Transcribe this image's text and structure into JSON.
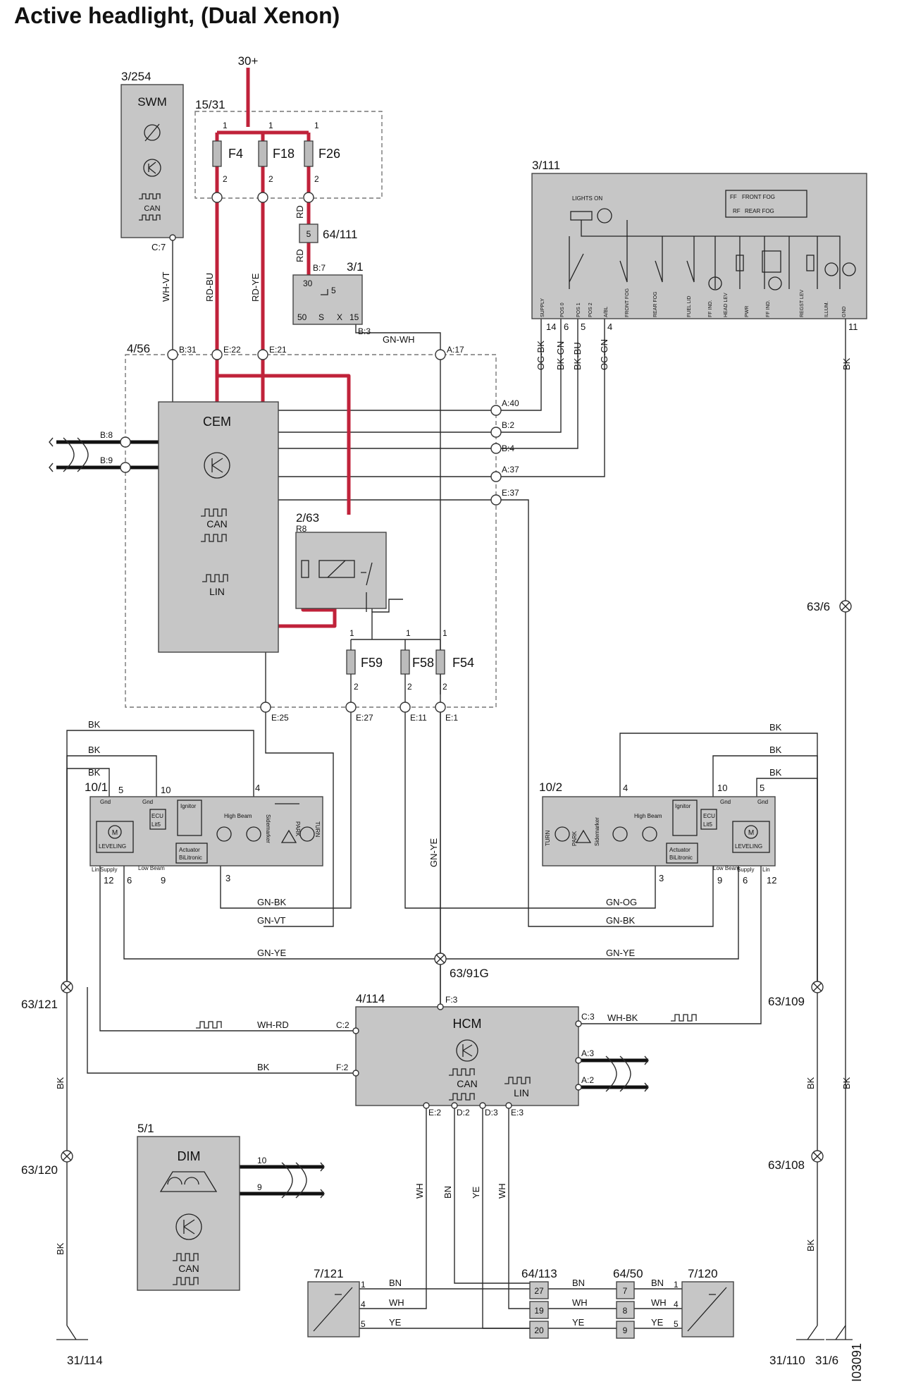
{
  "title": "Active headlight, (Dual Xenon)",
  "diagram_id": "I03091",
  "power": {
    "terminal": "30+"
  },
  "components": {
    "swm": {
      "id": "3/254",
      "name": "SWM",
      "can": "CAN",
      "conn": "C:7"
    },
    "fusebox": {
      "id": "15/31",
      "fuses": [
        "F4",
        "F18",
        "F26"
      ],
      "pin_in": "1",
      "pin_out": "2"
    },
    "relay64": {
      "id": "64/111",
      "pin": "5"
    },
    "ignition": {
      "id": "3/1",
      "pins": [
        "30",
        "5",
        "50",
        "S",
        "X",
        "15"
      ],
      "conn_top": "B:7",
      "conn_bottom": "B:3"
    },
    "lightswitch": {
      "id": "3/111",
      "lights_on": "LIGHTS ON",
      "ff": "FF",
      "ff_label": "FRONT FOG",
      "rf": "RF",
      "rf_label": "REAR FOG",
      "labels": [
        "SUPPLY",
        "POS 0",
        "POS 1",
        "POS 2",
        "A/BL",
        "FRONT FOG",
        "REAR FOG",
        "FUEL LID",
        "FF IND.",
        "HEAD LEV",
        "PWR",
        "FF IND.",
        "REGST LEV",
        "ILLUM.",
        "GND"
      ],
      "pins": [
        "14",
        "6",
        "5",
        "4",
        "11"
      ]
    },
    "cem": {
      "id": "4/56",
      "name": "CEM",
      "can": "CAN",
      "lin": "LIN",
      "conns": [
        "B:31",
        "E:22",
        "E:21",
        "A:17",
        "A:40",
        "B:2",
        "B:4",
        "A:37",
        "E:37",
        "B:8",
        "B:9",
        "E:25",
        "E:27",
        "E:11",
        "E:1"
      ]
    },
    "relay": {
      "id": "2/63",
      "sub": "R8"
    },
    "fuses2": {
      "names": [
        "F59",
        "F58",
        "F54"
      ],
      "pin_in": "1",
      "pin_out": "2"
    },
    "headlamp_left": {
      "id": "10/1",
      "pins": [
        "5",
        "10",
        "4",
        "12",
        "6",
        "9",
        "3"
      ],
      "labels": {
        "gnd": "Gnd",
        "ecu": "ECU",
        "lit5": "Lit5",
        "ignitor": "Ignitor",
        "leveling": "LEVELING",
        "lin": "Lin",
        "supply": "Supply",
        "low_beam": "Low Beam",
        "actuator": "Actuator",
        "bilitronic": "BiLitronic",
        "high_beam": "High Beam",
        "sidemarker": "Sidemarker",
        "park": "PARK",
        "turn": "TURN",
        "m": "M"
      }
    },
    "headlamp_right": {
      "id": "10/2",
      "pins": [
        "4",
        "10",
        "5",
        "3",
        "9",
        "6",
        "12"
      ]
    },
    "hcm": {
      "id": "4/114",
      "name": "HCM",
      "can": "CAN",
      "lin": "LIN",
      "conns": [
        "F:3",
        "C:3",
        "C:2",
        "F:2",
        "A:3",
        "A:2",
        "E:2",
        "D:2",
        "D:3",
        "E:3"
      ]
    },
    "dim": {
      "id": "5/1",
      "name": "DIM",
      "can": "CAN",
      "pins": [
        "10",
        "9"
      ]
    },
    "sensor_left": {
      "id": "7/121",
      "pins": [
        "1",
        "4",
        "5"
      ]
    },
    "sensor_right": {
      "id": "7/120",
      "pins": [
        "1",
        "4",
        "5"
      ]
    },
    "conn64_113": {
      "id": "64/113",
      "pins": [
        "27",
        "19",
        "20"
      ]
    },
    "conn64_50": {
      "id": "64/50",
      "pins": [
        "7",
        "8",
        "9"
      ]
    }
  },
  "splices": [
    "63/6",
    "63/121",
    "63/91G",
    "63/109",
    "63/120",
    "63/108"
  ],
  "grounds": [
    "31/114",
    "31/110",
    "31/6"
  ],
  "wires": [
    "WH-VT",
    "RD-BU",
    "RD-YE",
    "RD",
    "GN-WH",
    "OG-BK",
    "BK-GN",
    "BK-BU",
    "OG-GN",
    "BK",
    "GN-BK",
    "GN-VT",
    "GN-YE",
    "GN-OG",
    "WH-RD",
    "WH-BK",
    "WH",
    "BN",
    "YE"
  ]
}
